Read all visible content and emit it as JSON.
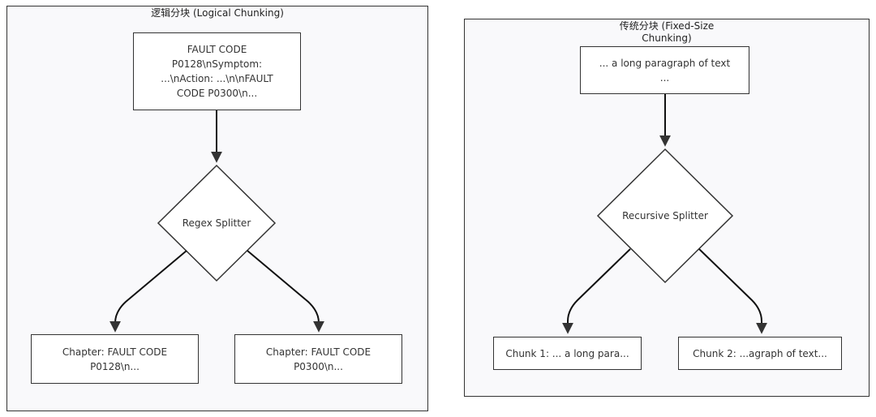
{
  "left_cluster": {
    "title": "逻辑分块 (Logical Chunking)",
    "source_node": "FAULT CODE\nP0128\\nSymptom:\n...\\nAction: ...\\n\\nFAULT\nCODE P0300\\n...",
    "splitter": "Regex Splitter",
    "chunk_a": "Chapter: FAULT CODE\nP0128\\n...",
    "chunk_b": "Chapter: FAULT CODE\nP0300\\n..."
  },
  "right_cluster": {
    "title": "传统分块 (Fixed-Size\nChunking)",
    "source_node": "... a long paragraph of text\n...",
    "splitter": "Recursive Splitter",
    "chunk_a": "Chunk 1: ... a long para...",
    "chunk_b": "Chunk 2: ...agraph of text..."
  },
  "colors": {
    "stroke": "#333333",
    "cluster_fill": "#f9f9fb",
    "node_fill": "#ffffff"
  }
}
